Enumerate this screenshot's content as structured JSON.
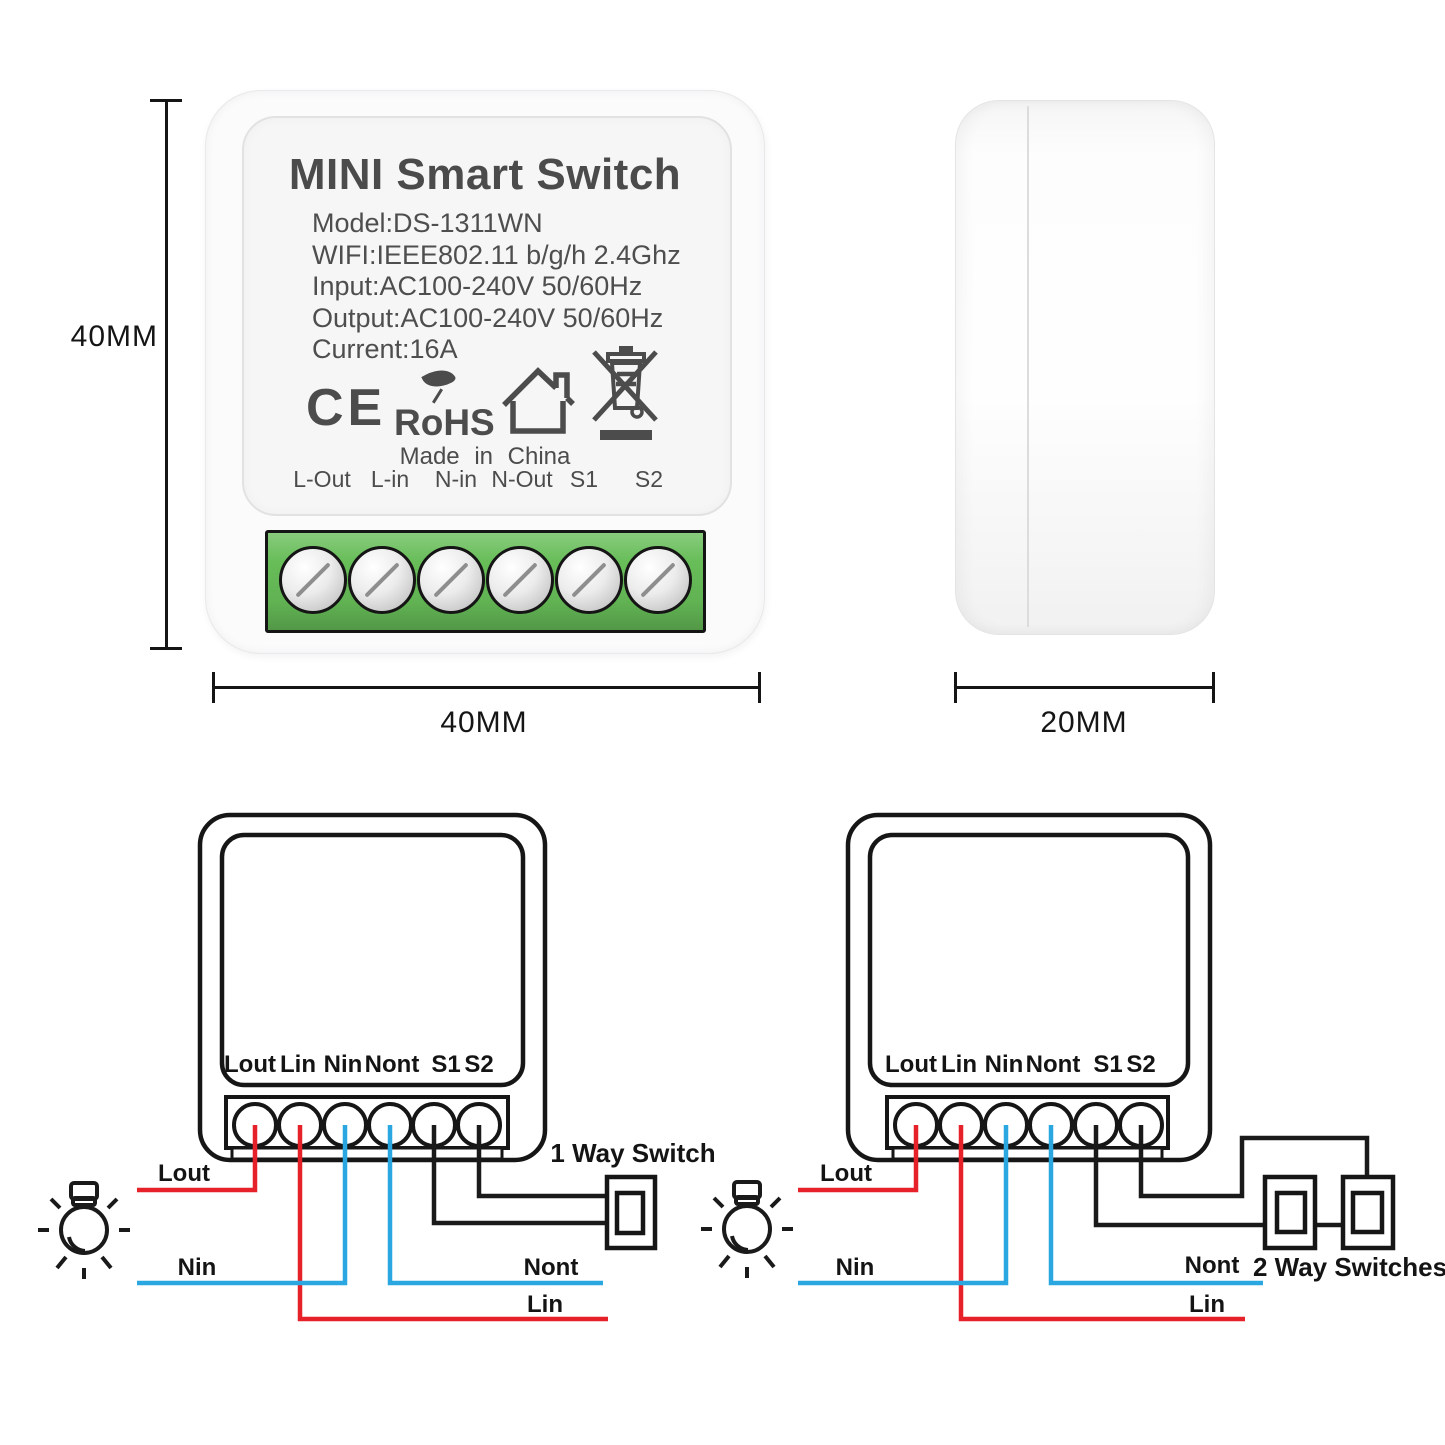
{
  "front_view": {
    "title": "MINI Smart Switch",
    "specs": [
      "Model:DS-1311WN",
      "WIFI:IEEE802.11 b/g/h 2.4Ghz",
      "Input:AC100-240V 50/60Hz",
      "Output:AC100-240V 50/60Hz",
      "Current:16A"
    ],
    "ce_mark": "CE",
    "rohs_mark": "RoHS",
    "origin": "Made in China",
    "terminal_labels": [
      "L-Out",
      "L-in",
      "N-in",
      "N-Out",
      "S1",
      "S2"
    ]
  },
  "dimensions": {
    "front_height": "40MM",
    "front_width": "40MM",
    "side_depth": "20MM"
  },
  "wiring_diagrams": {
    "terminal_row": [
      "Lout",
      "Lin",
      "Nin",
      "Nont",
      "S1",
      "S2"
    ],
    "one_way": {
      "title": "1 Way Switch",
      "labels": {
        "lout": "Lout",
        "nin": "Nin",
        "nont": "Nont",
        "lin": "Lin"
      }
    },
    "two_way": {
      "title": "2 Way Switches",
      "labels": {
        "lout": "Lout",
        "nin": "Nin",
        "nont": "Nont",
        "lin": "Lin"
      }
    }
  },
  "colors": {
    "live_wire": "#e62129",
    "neutral_wire": "#2aa7e0",
    "switch_wire": "#1a1a1a",
    "terminal_block": "#67bd58"
  }
}
